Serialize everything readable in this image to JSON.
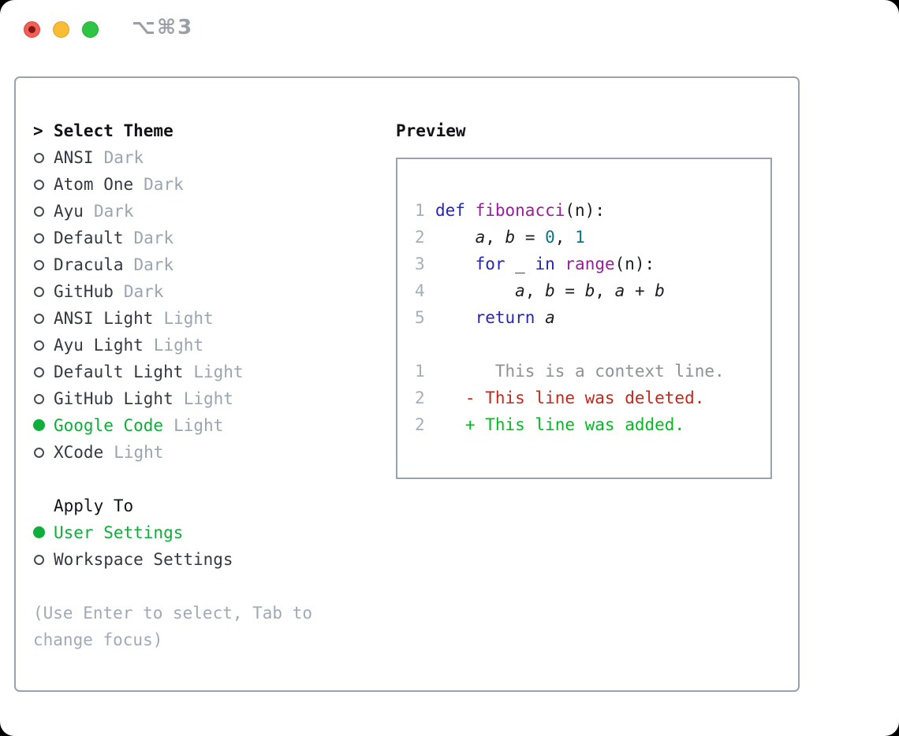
{
  "window": {
    "shortcut_label": "⌥⌘3",
    "traffic_lights": [
      "close",
      "minimize",
      "zoom"
    ]
  },
  "theme_selector": {
    "cursor": ">",
    "title": "Select Theme",
    "items": [
      {
        "name": "ANSI",
        "variant": "Dark",
        "selected": false
      },
      {
        "name": "Atom One",
        "variant": "Dark",
        "selected": false
      },
      {
        "name": "Ayu",
        "variant": "Dark",
        "selected": false
      },
      {
        "name": "Default",
        "variant": "Dark",
        "selected": false
      },
      {
        "name": "Dracula",
        "variant": "Dark",
        "selected": false
      },
      {
        "name": "GitHub",
        "variant": "Dark",
        "selected": false
      },
      {
        "name": "ANSI Light",
        "variant": "Light",
        "selected": false
      },
      {
        "name": "Ayu Light",
        "variant": "Light",
        "selected": false
      },
      {
        "name": "Default Light",
        "variant": "Light",
        "selected": false
      },
      {
        "name": "GitHub Light",
        "variant": "Light",
        "selected": false
      },
      {
        "name": "Google Code",
        "variant": "Light",
        "selected": true
      },
      {
        "name": "XCode",
        "variant": "Light",
        "selected": false
      }
    ]
  },
  "apply_to": {
    "title": "Apply To",
    "options": [
      {
        "label": "User Settings",
        "selected": true
      },
      {
        "label": "Workspace Settings",
        "selected": false
      }
    ]
  },
  "hint": "(Use Enter to select, Tab to change focus)",
  "preview": {
    "title": "Preview",
    "colors": {
      "keyword": "#2526bd",
      "function": "#9b1d9e",
      "number": "#0b7480",
      "plain": "#1a1d22",
      "var": "#1a1d22",
      "line_number": "#a5afbb",
      "context": "#8b9299",
      "deleted": "#c9261a",
      "added": "#00bd1f",
      "selection_green": "#0fae3b"
    },
    "code_lines": [
      {
        "num": "1",
        "tokens": [
          {
            "t": "def",
            "c": "keyword"
          },
          {
            "t": " ",
            "c": "plain"
          },
          {
            "t": "fibonacci",
            "c": "function"
          },
          {
            "t": "(n):",
            "c": "plain"
          }
        ]
      },
      {
        "num": "2",
        "tokens": [
          {
            "t": "    ",
            "c": "plain"
          },
          {
            "t": "a",
            "c": "var"
          },
          {
            "t": ", ",
            "c": "plain"
          },
          {
            "t": "b",
            "c": "var"
          },
          {
            "t": " = ",
            "c": "plain"
          },
          {
            "t": "0",
            "c": "number"
          },
          {
            "t": ", ",
            "c": "plain"
          },
          {
            "t": "1",
            "c": "number"
          }
        ]
      },
      {
        "num": "3",
        "tokens": [
          {
            "t": "    ",
            "c": "plain"
          },
          {
            "t": "for",
            "c": "keyword"
          },
          {
            "t": " _ ",
            "c": "plain"
          },
          {
            "t": "in",
            "c": "keyword"
          },
          {
            "t": " ",
            "c": "plain"
          },
          {
            "t": "range",
            "c": "function"
          },
          {
            "t": "(n):",
            "c": "plain"
          }
        ]
      },
      {
        "num": "4",
        "tokens": [
          {
            "t": "        ",
            "c": "plain"
          },
          {
            "t": "a",
            "c": "var"
          },
          {
            "t": ", ",
            "c": "plain"
          },
          {
            "t": "b",
            "c": "var"
          },
          {
            "t": " = ",
            "c": "plain"
          },
          {
            "t": "b",
            "c": "var"
          },
          {
            "t": ", ",
            "c": "plain"
          },
          {
            "t": "a",
            "c": "var"
          },
          {
            "t": " + ",
            "c": "plain"
          },
          {
            "t": "b",
            "c": "var"
          }
        ]
      },
      {
        "num": "5",
        "tokens": [
          {
            "t": "    ",
            "c": "plain"
          },
          {
            "t": "return",
            "c": "keyword"
          },
          {
            "t": " ",
            "c": "plain"
          },
          {
            "t": "a",
            "c": "var"
          }
        ]
      }
    ],
    "diff_lines": [
      {
        "num": "1",
        "type": "context",
        "text": "      This is a context line."
      },
      {
        "num": "2",
        "type": "deleted",
        "text": "   - This line was deleted."
      },
      {
        "num": "2",
        "type": "added",
        "text": "   + This line was added."
      }
    ]
  }
}
